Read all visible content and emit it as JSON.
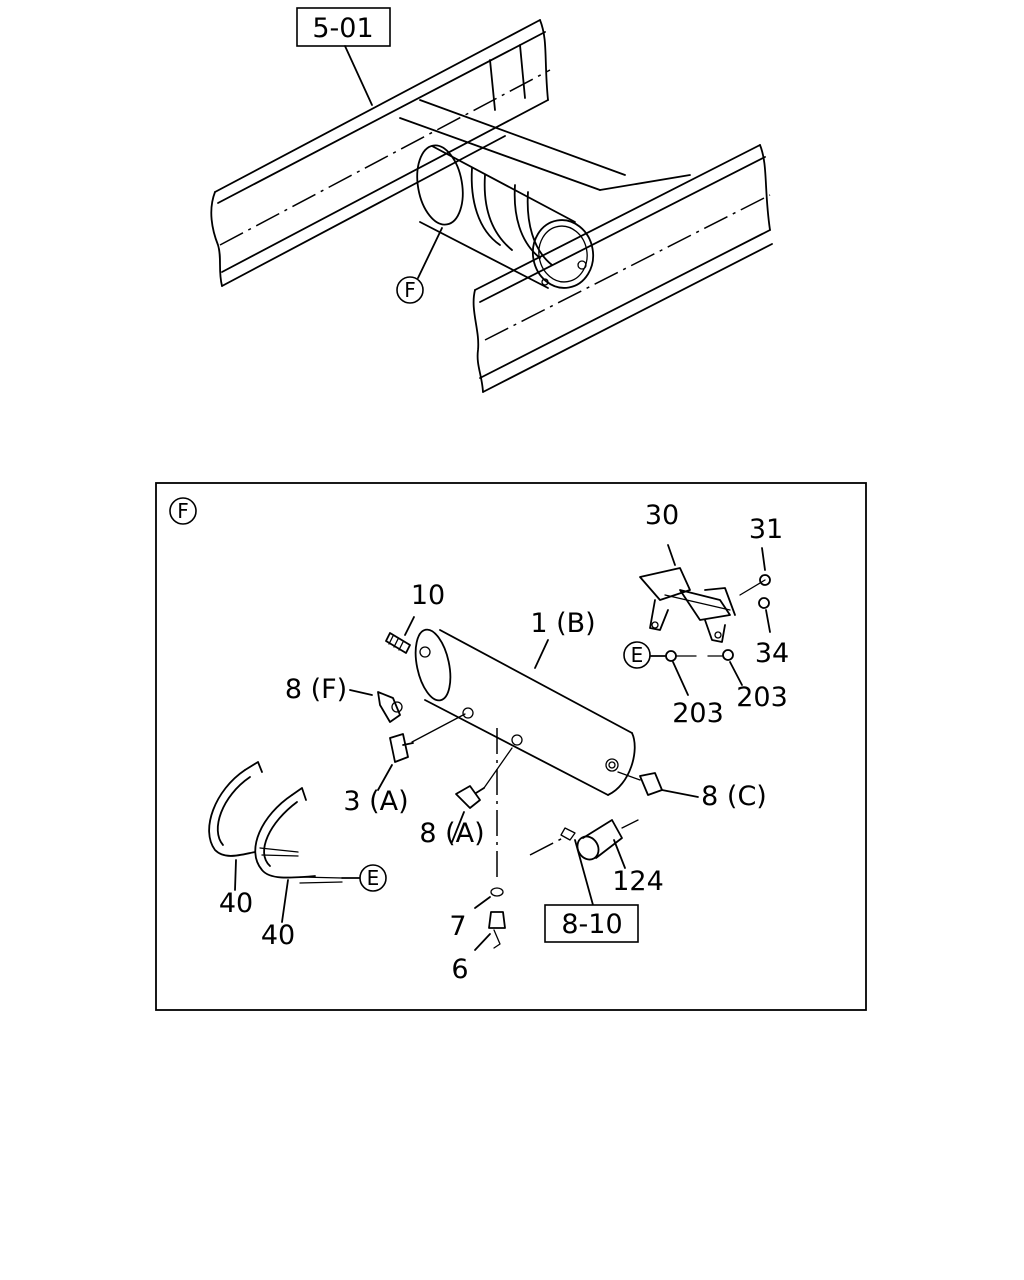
{
  "overview": {
    "ref_box": "5-01",
    "detail_callout": "F"
  },
  "detail": {
    "view_letter": "F",
    "callouts": {
      "p10": "10",
      "p1b": "1 (B)",
      "p8f": "8 (F)",
      "p3a": "3 (A)",
      "p8a": "8 (A)",
      "p8c": "8 (C)",
      "p124": "124",
      "p7": "7",
      "p6": "6",
      "p40a": "40",
      "p40b": "40",
      "p30": "30",
      "p31": "31",
      "p34": "34",
      "p203a": "203",
      "p203b": "203",
      "ref_8_10": "8-10",
      "e_left": "E",
      "e_right": "E"
    }
  }
}
